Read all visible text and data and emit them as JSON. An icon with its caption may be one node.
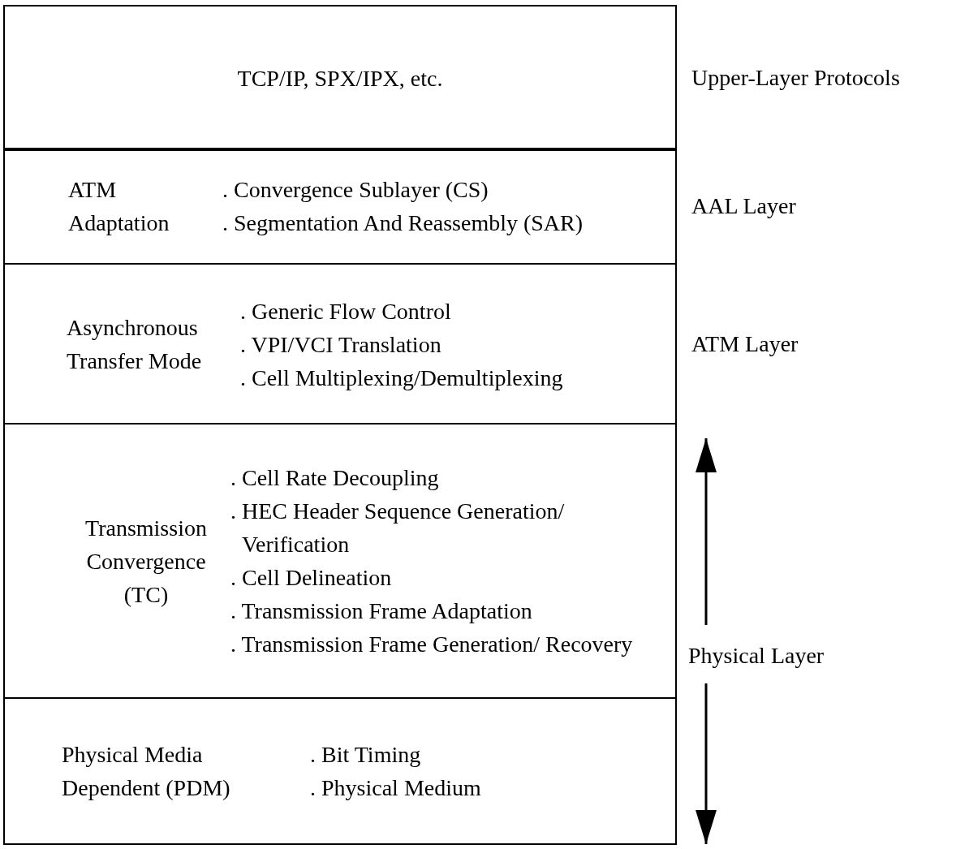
{
  "diagram": {
    "nodes": [
      {
        "text": [
          "TCP/IP, SPX/IPX, etc."
        ],
        "beside": [
          "Upper-Layer Protocols"
        ]
      },
      {
        "text": [
          "ATM Adaptation",
          ". Convergence Sublayer (CS)",
          ". Segmentation And Reassembly (SAR)"
        ],
        "beside": [
          "AAL Layer"
        ]
      },
      {
        "text": [
          "Asynchronous Transfer Mode",
          ". Generic Flow Control",
          ". VPI/VCI Translation",
          ". Cell Multiplexing/Demultiplexing"
        ],
        "beside": [
          "ATM Layer"
        ]
      },
      {
        "text": [
          "Transmission Convergence (TC)",
          ". Cell Rate Decoupling",
          ". HEC Header Sequence Generation/ Verification",
          ". Cell Delineation",
          ". Transmission Frame Adaptation",
          ". Transmission Frame Generation/ Recovery"
        ]
      },
      {
        "text": [
          "Physical Media Dependent (PDM)",
          ". Bit Timing",
          ". Physical Medium"
        ]
      }
    ],
    "labels": [
      "Physical Layer"
    ]
  }
}
